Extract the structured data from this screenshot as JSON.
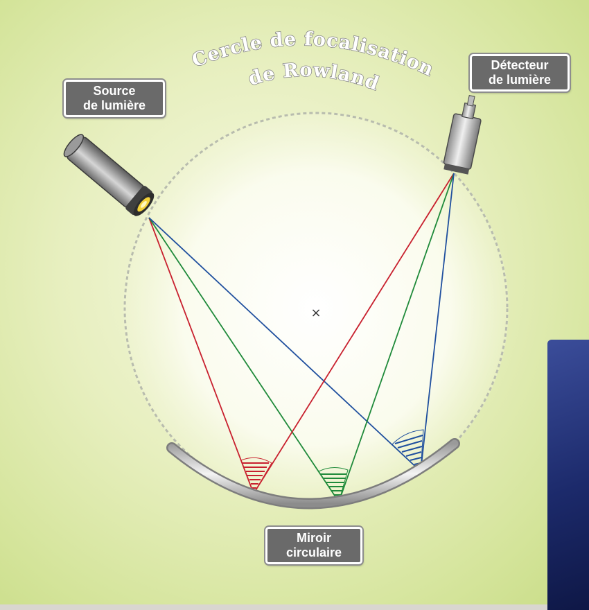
{
  "title": {
    "line1": "Cercle de focalisation",
    "line2": "de Rowland"
  },
  "labels": {
    "source": [
      "Source",
      "de lumière"
    ],
    "detector": [
      "Détecteur",
      "de lumière"
    ],
    "mirror": [
      "Miroir",
      "circulaire"
    ]
  },
  "center_mark": "×",
  "colors": {
    "red": "#c8202e",
    "green": "#1f8a3a",
    "blue": "#1f4f9e",
    "label_bg": "#6a6a6a",
    "background": "#e7efbf"
  }
}
